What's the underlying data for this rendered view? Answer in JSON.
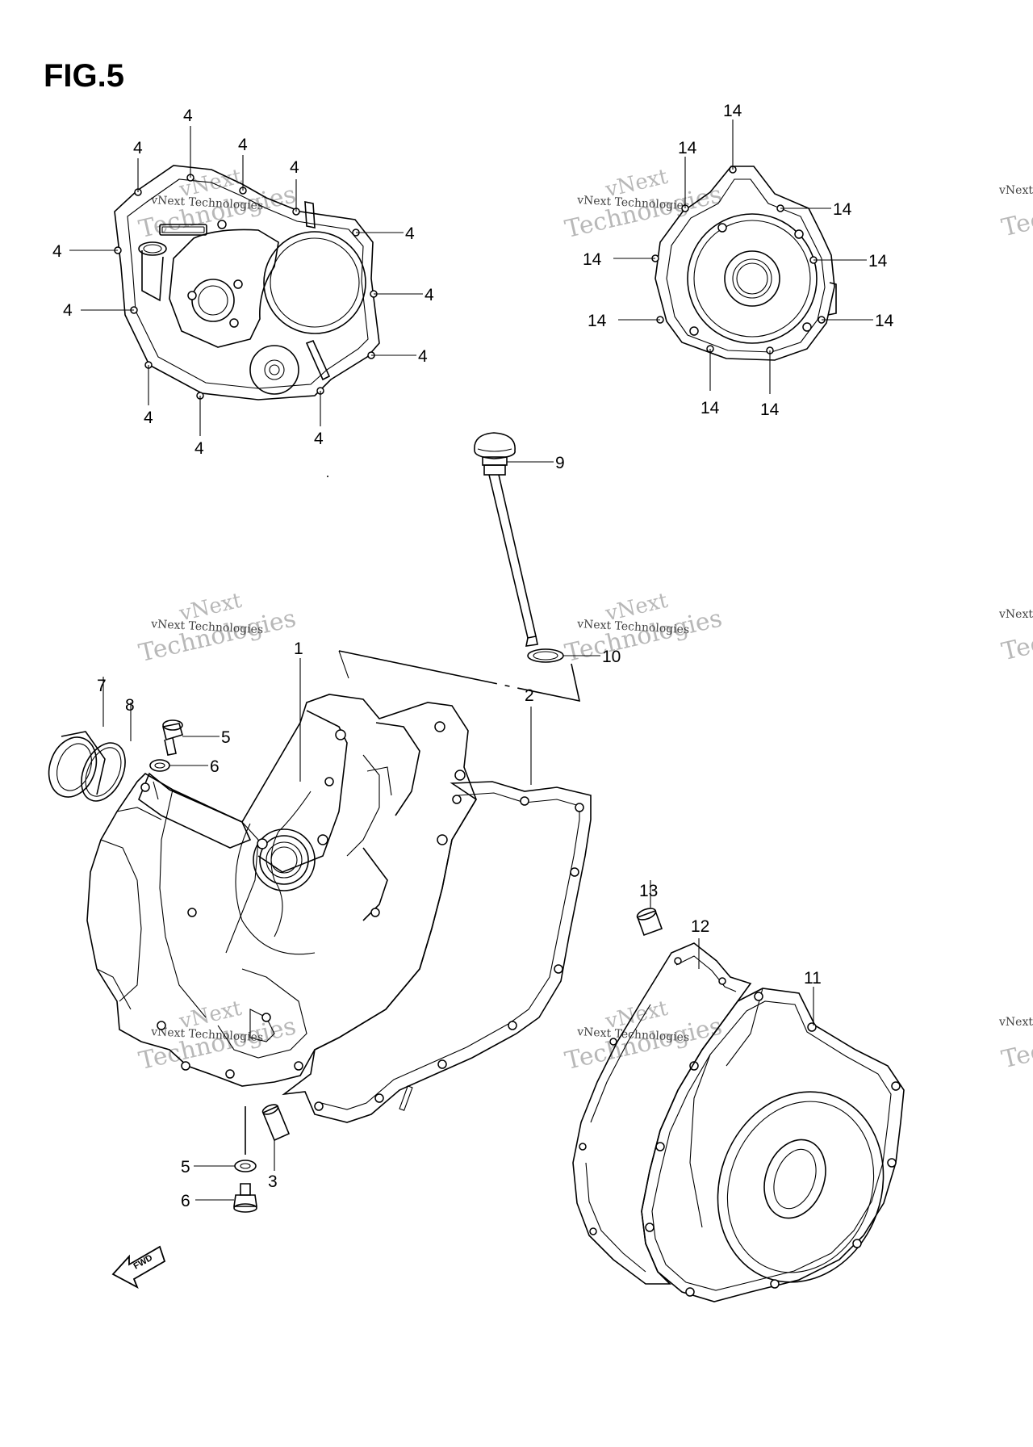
{
  "figure": {
    "title": "FIG.5"
  },
  "watermark": {
    "line1": "vNext",
    "line2": "Technologies",
    "caption": "vNext Technologies"
  },
  "badge": {
    "fwd": "FWD"
  },
  "callouts": [
    {
      "id": "c4a",
      "label": "4"
    },
    {
      "id": "c4b",
      "label": "4"
    },
    {
      "id": "c4c",
      "label": "4"
    },
    {
      "id": "c4d",
      "label": "4"
    },
    {
      "id": "c4e",
      "label": "4"
    },
    {
      "id": "c4f",
      "label": "4"
    },
    {
      "id": "c4g",
      "label": "4"
    },
    {
      "id": "c4h",
      "label": "4"
    },
    {
      "id": "c4i",
      "label": "4"
    },
    {
      "id": "c4j",
      "label": "4"
    },
    {
      "id": "c4k",
      "label": "4"
    },
    {
      "id": "c4l",
      "label": "4"
    },
    {
      "id": "c14a",
      "label": "14"
    },
    {
      "id": "c14b",
      "label": "14"
    },
    {
      "id": "c14c",
      "label": "14"
    },
    {
      "id": "c14d",
      "label": "14"
    },
    {
      "id": "c14e",
      "label": "14"
    },
    {
      "id": "c14f",
      "label": "14"
    },
    {
      "id": "c14g",
      "label": "14"
    },
    {
      "id": "c14h",
      "label": "14"
    },
    {
      "id": "c14i",
      "label": "14"
    },
    {
      "id": "c9",
      "label": "9"
    },
    {
      "id": "c10",
      "label": "10"
    },
    {
      "id": "c1",
      "label": "1"
    },
    {
      "id": "c2",
      "label": "2"
    },
    {
      "id": "c3",
      "label": "3"
    },
    {
      "id": "c5a",
      "label": "5"
    },
    {
      "id": "c6a",
      "label": "6"
    },
    {
      "id": "c5b",
      "label": "5"
    },
    {
      "id": "c6b",
      "label": "6"
    },
    {
      "id": "c7",
      "label": "7"
    },
    {
      "id": "c8",
      "label": "8"
    },
    {
      "id": "c11",
      "label": "11"
    },
    {
      "id": "c12",
      "label": "12"
    },
    {
      "id": "c13",
      "label": "13"
    }
  ]
}
